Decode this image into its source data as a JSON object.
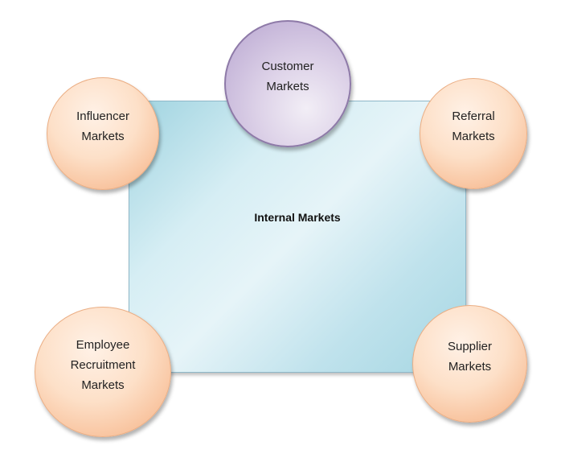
{
  "diagram": {
    "center": {
      "label": "Internal Markets"
    },
    "nodes": {
      "customer": {
        "label": "Customer\nMarkets",
        "fill": "#ddd2e8"
      },
      "influencer": {
        "label": "Influencer\nMarkets",
        "fill": "#fde0c8"
      },
      "referral": {
        "label": "Referral\nMarkets",
        "fill": "#fde0c8"
      },
      "employee": {
        "label": "Employee\nRecruitment\nMarkets",
        "fill": "#fde0c8"
      },
      "supplier": {
        "label": "Supplier\nMarkets",
        "fill": "#fde0c8"
      }
    },
    "colors": {
      "center_box": "#d6eef4",
      "center_border": "#8fb8c9",
      "peripheral_circle": "#f8c19b",
      "customer_circle": "#c4b4d8"
    }
  }
}
